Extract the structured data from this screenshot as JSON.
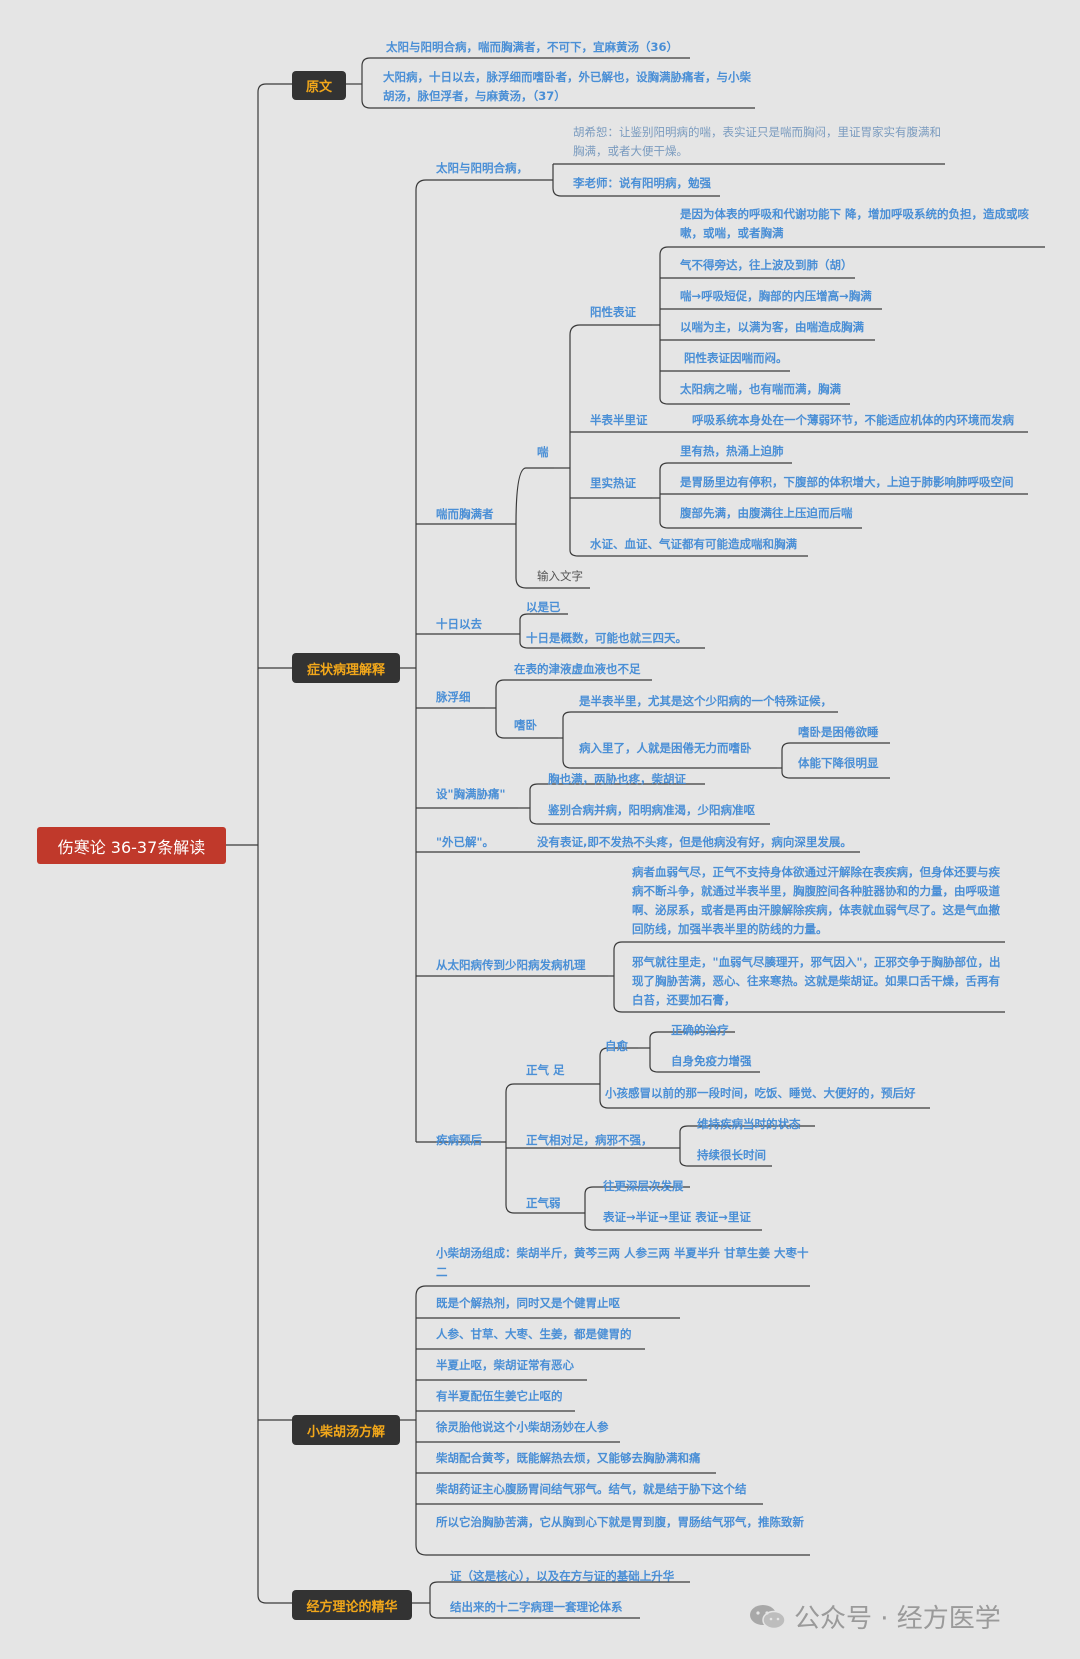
{
  "root": "伤寒论 36-37条解读",
  "sections": {
    "yuanwen": "原文",
    "zhengzhuang": "症状病理解释",
    "xiaochaihu": "小柴胡汤方解",
    "jingfang": "经方理论的精华"
  },
  "yuanwen": {
    "line1": "太阳与阳明合病，喘而胸满者，不可下，宜麻黄汤（36）",
    "line2": "大阳病，十日以去，脉浮细而嗜卧者，外已解也，设胸满胁痛者，与小柴胡汤，脉但浮者，与麻黄汤，（37）"
  },
  "zz": {
    "taiyang": {
      "label": "太阳与阳明合病，",
      "hu": "胡希恕：让鉴别阳明病的喘，表实证只是喘而胸闷，里证胃家实有腹满和胸满，或者大便干燥。",
      "li": "李老师：说有阳明病，勉强"
    },
    "chuan": {
      "label": "喘而胸满者",
      "chuan": "喘",
      "yangxing": "阳性表证",
      "yx_items": [
        "是因为体表的呼吸和代谢功能下 降，增加呼吸系统的负担，造成或咳嗽，或喘，或者胸满",
        "气不得旁达，往上波及到肺（胡）",
        "喘→呼吸短促，胸部的内压增高→胸满",
        "以喘为主，以满为客，由喘造成胸满",
        " 阳性表证因喘而闷。",
        "太阳病之喘，也有喘而满，胸满"
      ],
      "banbiao": "半表半里证",
      "banbiao_text": "呼吸系统本身处在一个薄弱环节，不能适应机体的内环境而发病",
      "lishi": "里实热证",
      "ls_items": [
        "里有热，热涌上迫肺",
        "是胃肠里边有停积，下腹部的体积增大，上迫于肺影响肺呼吸空间",
        "腹部先满，由腹满往上压迫而后喘"
      ],
      "shuizheng": "水证、血证、气证都有可能造成喘和胸满",
      "input": "输入文字"
    },
    "shiri": {
      "label": "十日以去",
      "a": "以是已",
      "b": "十日是概数，可能也就三四天。"
    },
    "mai": {
      "label": "脉浮细",
      "a": "在表的津液虚血液也不足",
      "shiwo": "嗜卧",
      "b": "是半表半里，尤其是这个少阳病的一个特殊证候，",
      "c": "病入里了，人就是困倦无力而嗜卧",
      "d": "嗜卧是困倦欲睡",
      "e": "体能下降很明显"
    },
    "she": {
      "label": "设\"胸满胁痛\"",
      "a": "胸也满，两胁也疼，柴胡证",
      "b": "鉴别合病并病，阳明病准渴，少阳病准呕"
    },
    "wai": {
      "label": "\"外已解\"。",
      "a": "没有表证,即不发热不头疼，但是他病没有好，病向深里发展。"
    },
    "cong": {
      "label": "从太阳病传到少阳病发病机理",
      "a": "病者血弱气尽，正气不支持身体欲通过汗解除在表疾病，但身体还要与疾病不断斗争，就通过半表半里，胸腹腔间各种脏器协和的力量，由呼吸道啊、泌尿系，或者是再由汗腺解除疾病，体表就血弱气尽了。这是气血撤回防线，加强半表半里的防线的力量。",
      "b": "邪气就往里走，\"血弱气尽腠理开，邪气因入\"，正邪交争于胸胁部位，出现了胸胁苦满，恶心、往来寒热。这就是柴胡证。如果口舌干燥，舌再有白苔，还要加石膏，"
    },
    "yuhou": {
      "label": "疾病预后",
      "zzz": "正气 足",
      "ziyu": "自愈",
      "zy_a": "正确的治疗",
      "zy_b": "自身免疫力增强",
      "xh": "小孩感冒以前的那一段时间，吃饭、睡觉、大便好的，预后好",
      "xd": "正气相对足，病邪不强，",
      "xd_a": "维持疾病当时的状态",
      "xd_b": "持续很长时间",
      "ruo": "正气弱",
      "ruo_a": "往更深层次发展",
      "ruo_b": "表证→半证→里证 表证→里证"
    }
  },
  "xch": [
    "小柴胡汤组成：柴胡半斤，黄芩三两  人参三两   半夏半升  甘草生姜 大枣十二",
    "既是个解热剂，同时又是个健胃止呕",
    "人参、甘草、大枣、生姜，都是健胃的",
    "半夏止呕，柴胡证常有恶心",
    "有半夏配伍生姜它止呕的",
    "徐灵胎他说这个小柴胡汤妙在人参",
    "柴胡配合黄芩，既能解热去烦，又能够去胸胁满和痛",
    "柴胡药证主心腹肠胃间结气邪气。结气，就是结于胁下这个结",
    "所以它治胸胁苦满，它从胸到心下就是胃到腹，胃肠结气邪气，推陈致新"
  ],
  "jf": [
    "证（这是核心），以及在方与证的基础上升华",
    "结出来的十二字病理一套理论体系"
  ],
  "watermark": "公众号 · 经方医学",
  "colors": {
    "line": "#3a3a3a",
    "text": "#4a8fd6",
    "root": "#c0392b",
    "box": "#333333",
    "box_text": "#f2a71a"
  }
}
